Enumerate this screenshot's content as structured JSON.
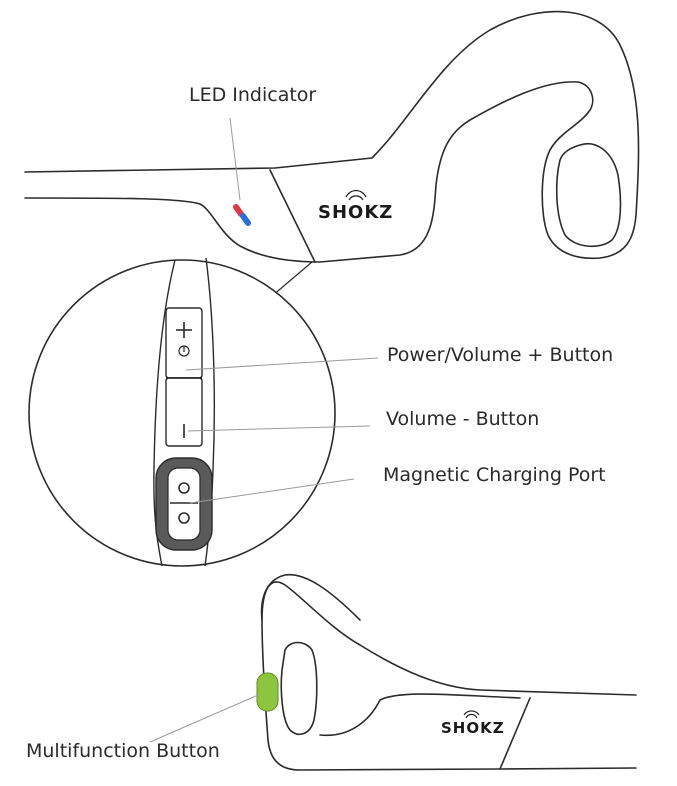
{
  "brand": {
    "logo_text": "SHOKZ"
  },
  "labels": {
    "led_indicator": "LED Indicator",
    "power_volume_plus": "Power/Volume + Button",
    "volume_minus": "Volume - Button",
    "magnetic_charging_port": "Magnetic Charging Port",
    "multifunction_button": "Multifunction Button"
  },
  "icons": {
    "plus": "plus-icon",
    "power": "power-icon",
    "minus": "minus-icon"
  },
  "colors": {
    "outline": "#2b2b2b",
    "led_red": "#e0384a",
    "led_blue": "#2a6fd6",
    "multifunction_green": "#8cc63f",
    "port_fill": "#5a5a5a",
    "leader_line": "#9a9a9a"
  }
}
